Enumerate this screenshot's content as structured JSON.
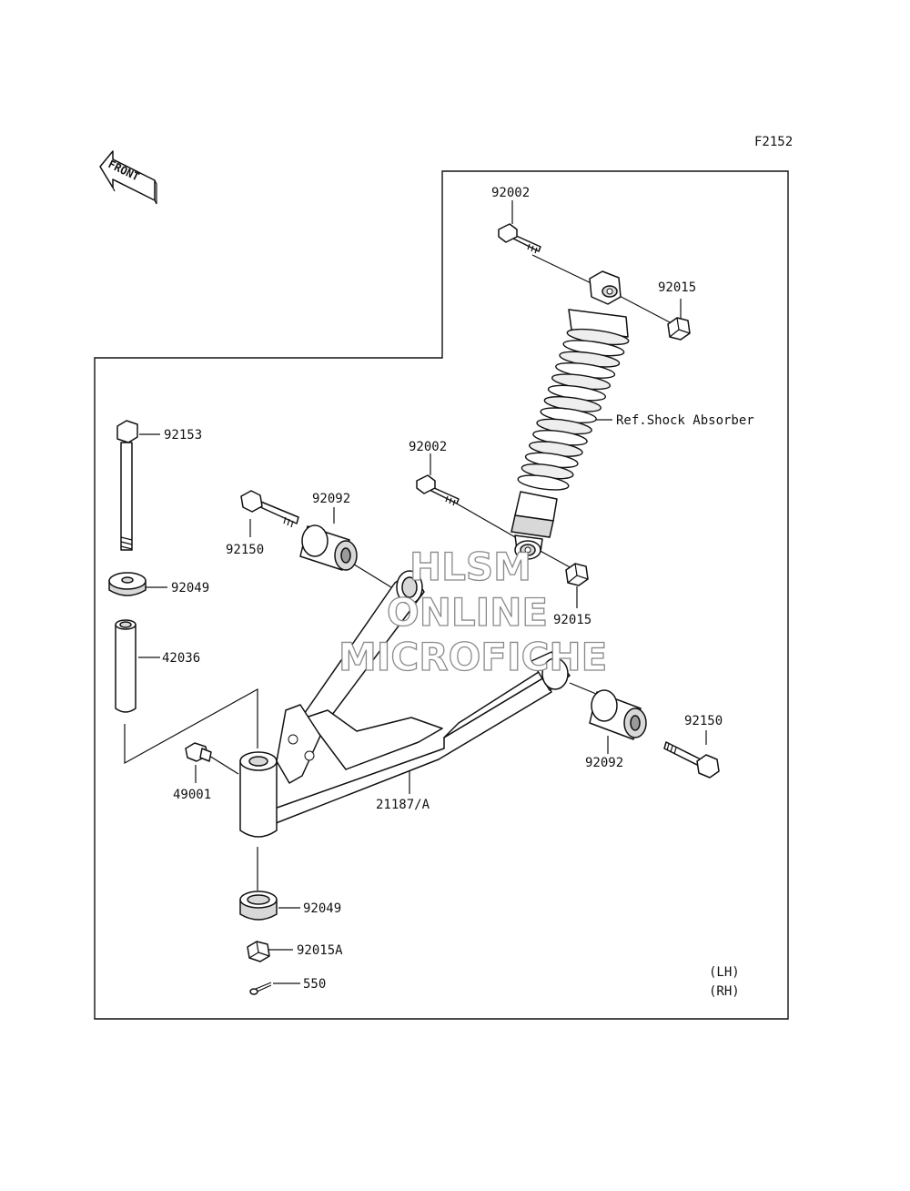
{
  "figure_code": "F2152",
  "front_label": "FRONT",
  "labels": {
    "bolt_top": "92002",
    "nut_top": "92015",
    "shock_ref": "Ref.Shock Absorber",
    "bolt_mid": "92002",
    "nut_mid": "92015",
    "long_bolt": "92153",
    "washer_top": "92049",
    "sleeve": "42036",
    "bolt_left": "92150",
    "bushing_left": "92092",
    "bushing_right": "92092",
    "bolt_right": "92150",
    "grease_fitting": "49001",
    "arm": "21187/A",
    "washer_bottom": "92049",
    "nut_bottom": "92015A",
    "cotter_pin": "550"
  },
  "side_notes": [
    "(LH)",
    "(RH)"
  ],
  "watermark": [
    "HLSM",
    "ONLINE",
    "MICROFICHE"
  ]
}
